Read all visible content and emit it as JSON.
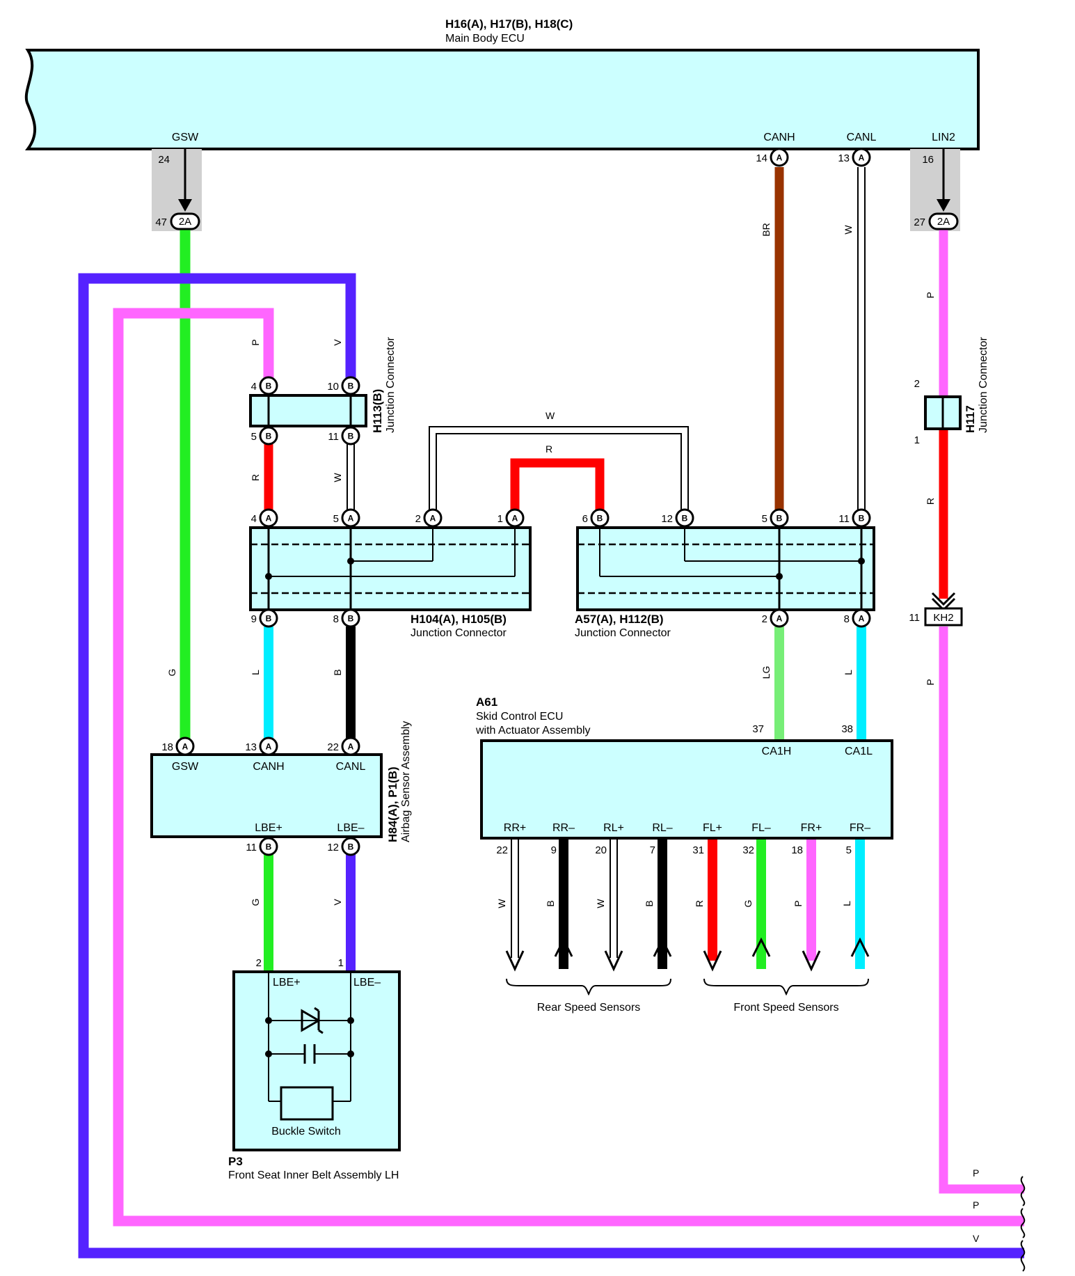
{
  "components": {
    "main_ecu": {
      "title": "H16(A), H17(B), H18(C)",
      "subtitle": "Main Body ECU",
      "pins": {
        "gsw": "GSW",
        "canh": "CANH",
        "canl": "CANL",
        "lin2": "LIN2"
      }
    },
    "h113": {
      "title": "H113(B)",
      "subtitle": "Junction Connector"
    },
    "h117": {
      "title": "H117",
      "subtitle": "Junction Connector"
    },
    "h104": {
      "title": "H104(A), H105(B)",
      "subtitle": "Junction Connector"
    },
    "a57": {
      "title": "A57(A), H112(B)",
      "subtitle": "Junction Connector"
    },
    "a61": {
      "title": "A61",
      "subtitle": "Skid Control ECU",
      "subtitle2": "with Actuator Assembly",
      "pins": {
        "ca1h": "CA1H",
        "ca1l": "CA1L",
        "rrp": "RR+",
        "rrm": "RR–",
        "rlp": "RL+",
        "rlm": "RL–",
        "flp": "FL+",
        "flm": "FL–",
        "frp": "FR+",
        "frm": "FR–"
      }
    },
    "h84": {
      "title": "H84(A), P1(B)",
      "subtitle": "Airbag Sensor Assembly",
      "pins": {
        "gsw": "GSW",
        "canh": "CANH",
        "canl": "CANL",
        "lbep": "LBE+",
        "lbem": "LBE–"
      }
    },
    "p3": {
      "title": "P3",
      "subtitle": "Front Seat Inner Belt Assembly LH",
      "pins": {
        "lbep": "LBE+",
        "lbem": "LBE–"
      },
      "switch_label": "Buckle Switch"
    },
    "kh2": {
      "label": "KH2"
    }
  },
  "pin_numbers": {
    "ecu_24": "24",
    "ecu_14": "14",
    "ecu_13": "13",
    "ecu_16": "16",
    "conn_47": "47",
    "conn_27": "27",
    "h113_4": "4",
    "h113_10": "10",
    "h113_5": "5",
    "h113_11": "11",
    "h117_2": "2",
    "h117_1": "1",
    "h104_4": "4",
    "h104_5": "5",
    "h104_2": "2",
    "h104_1": "1",
    "h104_9": "9",
    "h104_8": "8",
    "a57_6": "6",
    "a57_12": "12",
    "a57_5": "5",
    "a57_11": "11",
    "a57_2": "2",
    "a57_8": "8",
    "kh2_11": "11",
    "h84_18": "18",
    "h84_13": "13",
    "h84_22": "22",
    "h84_11": "11",
    "h84_12": "12",
    "a61_37": "37",
    "a61_38": "38",
    "a61_22": "22",
    "a61_9": "9",
    "a61_20": "20",
    "a61_7": "7",
    "a61_31": "31",
    "a61_32": "32",
    "a61_18": "18",
    "a61_5": "5",
    "p3_2": "2",
    "p3_1": "1"
  },
  "connector_letters": {
    "a": "A",
    "b": "B",
    "two_a": "2A"
  },
  "wire_labels": {
    "br": "BR",
    "w": "W",
    "p": "P",
    "v": "V",
    "r": "R",
    "g": "G",
    "l": "L",
    "b": "B",
    "lg": "LG"
  },
  "groups": {
    "rear": "Rear Speed Sensors",
    "front": "Front Speed Sensors"
  },
  "colors": {
    "green": "#22ee22",
    "pink": "#ff66ff",
    "violet": "#5522ff",
    "red": "#ff0000",
    "cyan": "#00eeff",
    "black": "#000000",
    "brown": "#993300",
    "lightgreen": "#77ee77",
    "white_wire": "#ffffff",
    "box_fill": "#ccffff",
    "shade": "#d0d0d0"
  }
}
